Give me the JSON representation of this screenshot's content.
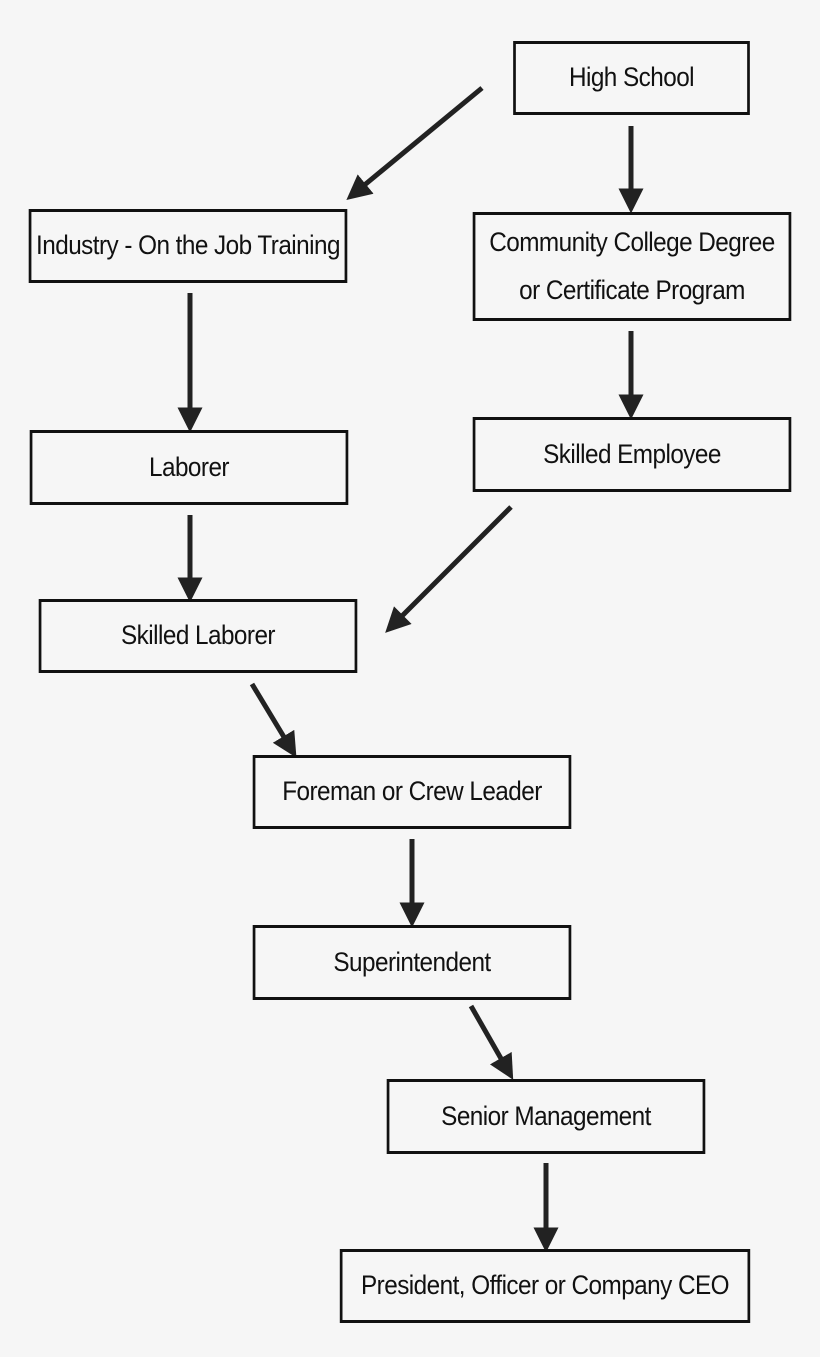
{
  "nodes": {
    "high_school": "High School",
    "industry_ojt": "Industry - On the Job Training",
    "community_college": "Community College Degree\nor Certificate Program",
    "laborer": "Laborer",
    "skilled_employee": "Skilled Employee",
    "skilled_laborer": "Skilled Laborer",
    "foreman": "Foreman or Crew Leader",
    "superintendent": "Superintendent",
    "senior_management": "Senior Management",
    "president": "President, Officer or Company CEO"
  },
  "edges": [
    {
      "from": "High School",
      "to": "Industry - On the Job Training"
    },
    {
      "from": "High School",
      "to": "Community College Degree or Certificate Program"
    },
    {
      "from": "Industry - On the Job Training",
      "to": "Laborer"
    },
    {
      "from": "Community College Degree or Certificate Program",
      "to": "Skilled Employee"
    },
    {
      "from": "Laborer",
      "to": "Skilled Laborer"
    },
    {
      "from": "Skilled Employee",
      "to": "Skilled Laborer"
    },
    {
      "from": "Skilled Laborer",
      "to": "Foreman or Crew Leader"
    },
    {
      "from": "Foreman or Crew Leader",
      "to": "Superintendent"
    },
    {
      "from": "Superintendent",
      "to": "Senior Management"
    },
    {
      "from": "Senior Management",
      "to": "President, Officer or Company CEO"
    }
  ]
}
